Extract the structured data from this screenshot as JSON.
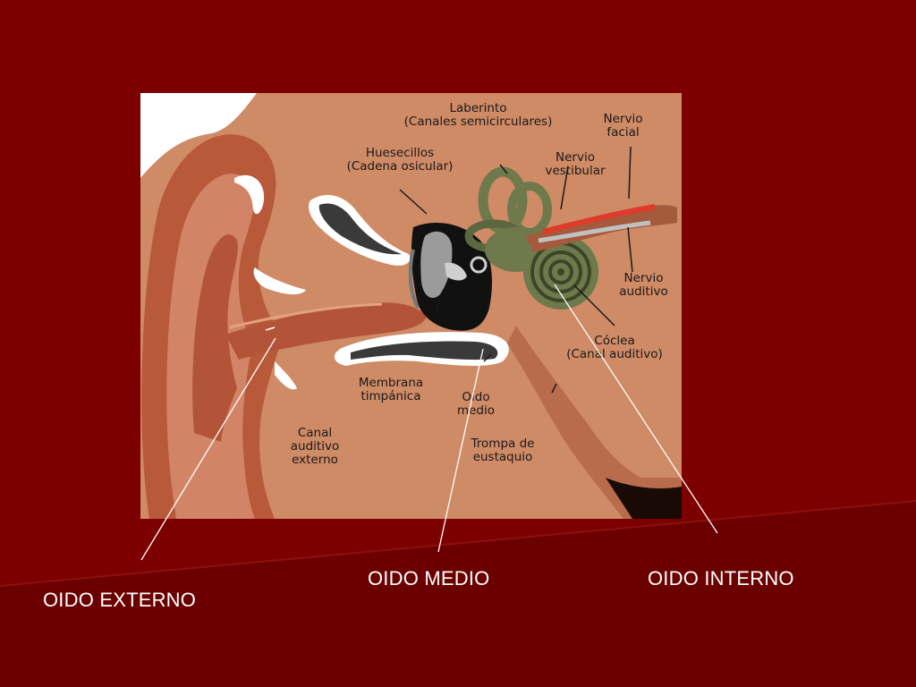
{
  "colors": {
    "background": "#7a0000",
    "background_lower": "#6c0000",
    "figure_skin": "#c97a58",
    "cochlea": "#6e7a4c",
    "callout_line": "#ffffff",
    "slide_text": "#ffffff"
  },
  "diagram": {
    "labels": {
      "laberinto": "Laberinto\n(Canales semicirculares)",
      "huesecillos": "Huesecillos\n(Cadena osicular)",
      "nervio_facial": "Nervio\nfacial",
      "nervio_vestibular": "Nervio\nvestibular",
      "nervio_auditivo": "Nervio\nauditivo",
      "coclea": "Cóclea\n(Canal auditivo)",
      "membrana": "Membrana\ntimpánica",
      "oido_medio": "Oído\nmedio",
      "trompa": "Trompa de\neustaquio",
      "canal_externo": "Canal\nauditivo\nexterno"
    }
  },
  "slide_labels": {
    "externo": "OIDO EXTERNO",
    "medio": "OIDO MEDIO",
    "interno": "OIDO INTERNO"
  }
}
